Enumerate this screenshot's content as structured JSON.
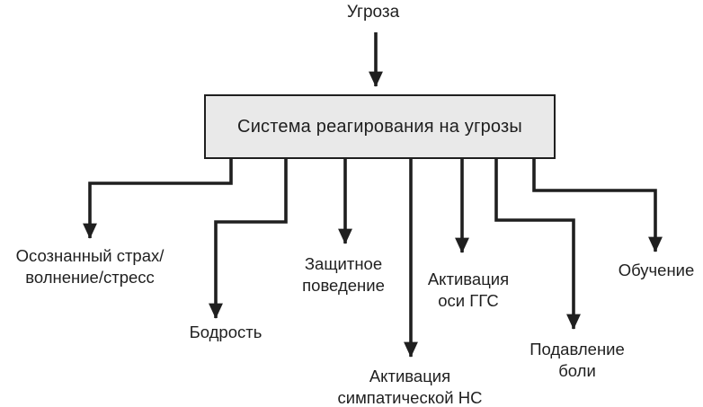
{
  "diagram": {
    "colors": {
      "line": "#1f1f1f",
      "text": "#1f1f1f",
      "box_fill": "#e9e9e9",
      "box_border": "#1f1f1f",
      "background": "#ffffff"
    },
    "threat": {
      "label": "Угроза"
    },
    "system_box": {
      "label": "Система реагирования на угрозы"
    },
    "outcomes": [
      {
        "id": "conscious-fear",
        "label": "Осознанный страх/\nволнение/стресс"
      },
      {
        "id": "alertness",
        "label": "Бодрость"
      },
      {
        "id": "defensive-behavior",
        "label": "Защитное\nповедение"
      },
      {
        "id": "sympathetic-ns-activation",
        "label": "Активация\nсимпатической НС"
      },
      {
        "id": "hpa-axis-activation",
        "label": "Активация\nоси ГГС"
      },
      {
        "id": "pain-suppression",
        "label": "Подавление боли"
      },
      {
        "id": "learning",
        "label": "Обучение"
      }
    ]
  }
}
